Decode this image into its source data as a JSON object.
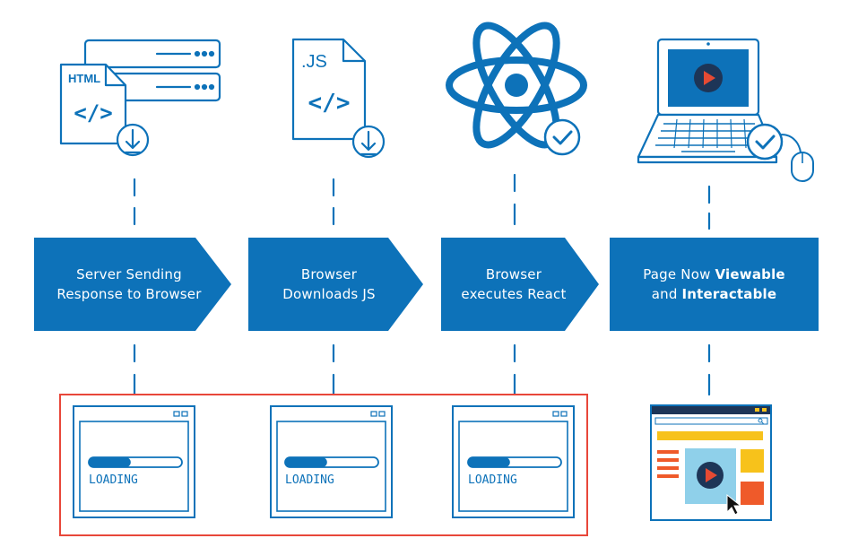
{
  "colors": {
    "primary": "#0d72b9",
    "accent_red": "#e8473a",
    "player_red": "#e64a33",
    "yellow": "#f7c21b",
    "orange": "#ef5a2a",
    "light_blue": "#8fd0ea",
    "dark": "#1d3557",
    "white": "#ffffff"
  },
  "icons": {
    "html_file": {
      "label": "HTML",
      "code": "</>"
    },
    "js_file": {
      "label": ".JS",
      "code": "</>"
    }
  },
  "steps": [
    {
      "line1": "Server Sending",
      "line2": "Response to Browser"
    },
    {
      "line1": "Browser",
      "line2": "Downloads JS"
    },
    {
      "line1": "Browser",
      "line2": "executes React"
    },
    {
      "line1a": "Page Now ",
      "line1b": "Viewable",
      "line2a": "and ",
      "line2b": "Interactable"
    }
  ],
  "loading": {
    "label": "LOADING",
    "progress": 0.45
  }
}
